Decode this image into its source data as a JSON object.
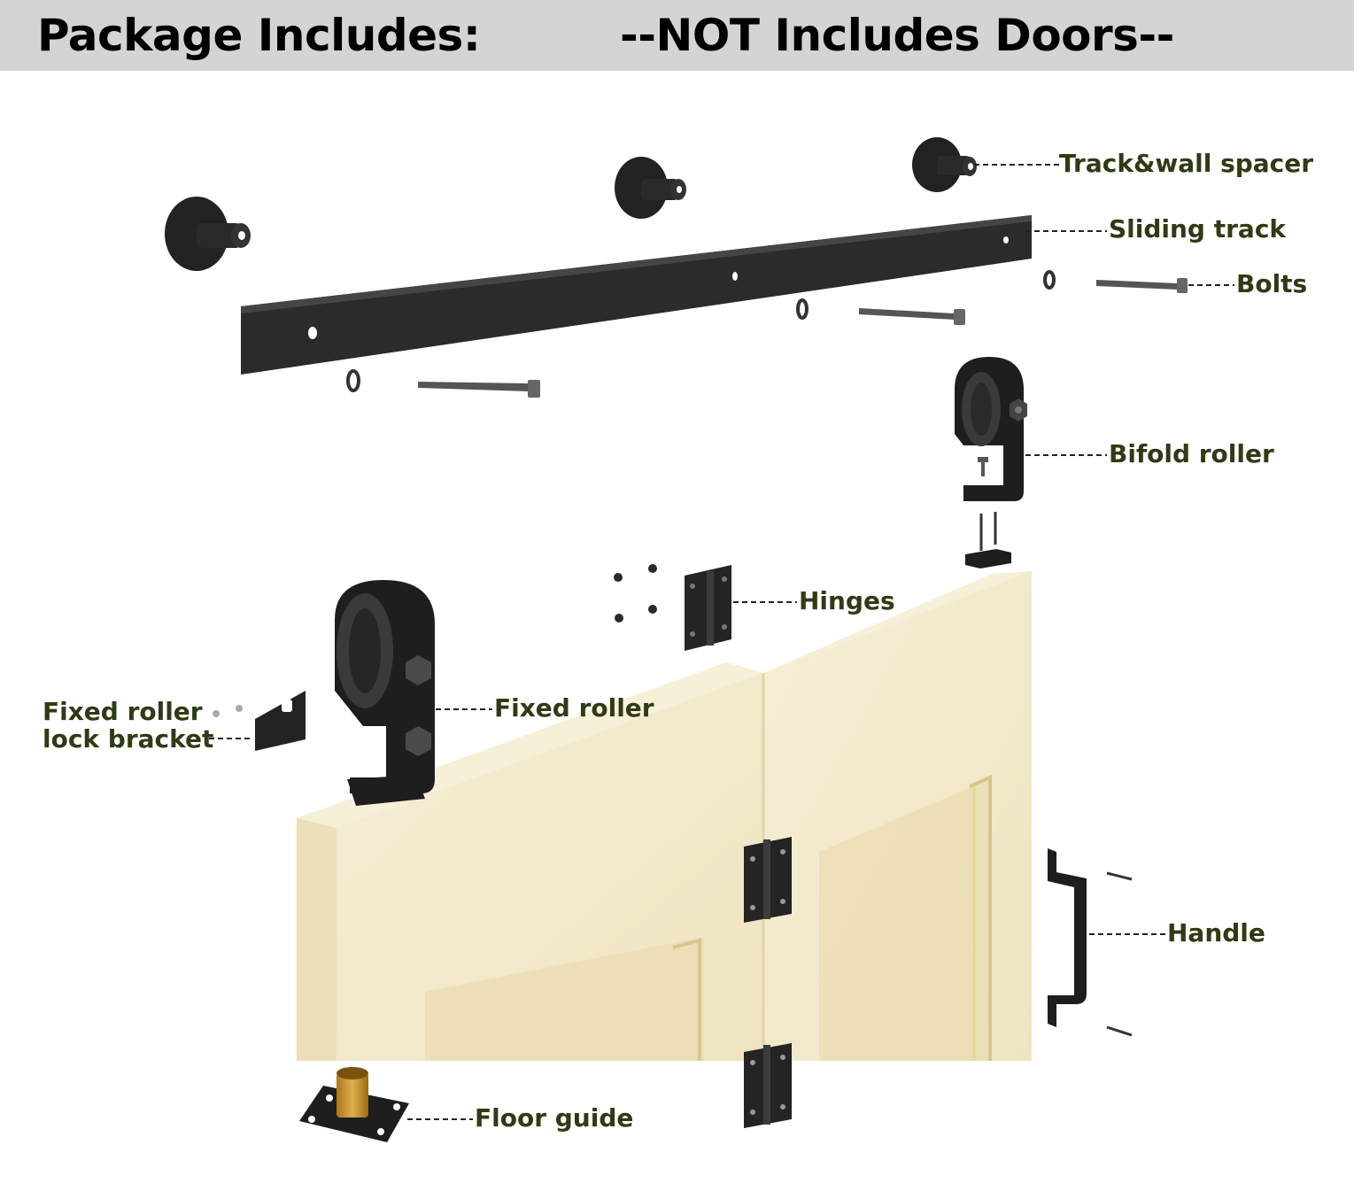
{
  "header": {
    "title": "Package Includes:",
    "note": "--NOT Includes Doors--"
  },
  "parts": [
    {
      "label": "Track&wall spacer",
      "icon": "wall-spacer-icon"
    },
    {
      "label": "Sliding track",
      "icon": "track-rail-icon"
    },
    {
      "label": "Bolts",
      "icon": "bolt-icon"
    },
    {
      "label": "Bifold roller",
      "icon": "bifold-roller-icon"
    },
    {
      "label": "Hinges",
      "icon": "hinge-icon"
    },
    {
      "label": "Fixed roller",
      "icon": "fixed-roller-icon"
    },
    {
      "label": "Fixed roller lock bracket",
      "line1": "Fixed roller",
      "line2": "lock bracket",
      "icon": "lock-bracket-icon"
    },
    {
      "label": "Handle",
      "icon": "handle-icon"
    },
    {
      "label": "Floor guide",
      "icon": "floor-guide-icon"
    }
  ],
  "colors": {
    "header_bg": "#d4d4d4",
    "label_text": "#2f3b14",
    "hardware": "#1e1e1e",
    "door_wood": "#f3ebcd",
    "floor_guide_sleeve": "#c9962e"
  }
}
